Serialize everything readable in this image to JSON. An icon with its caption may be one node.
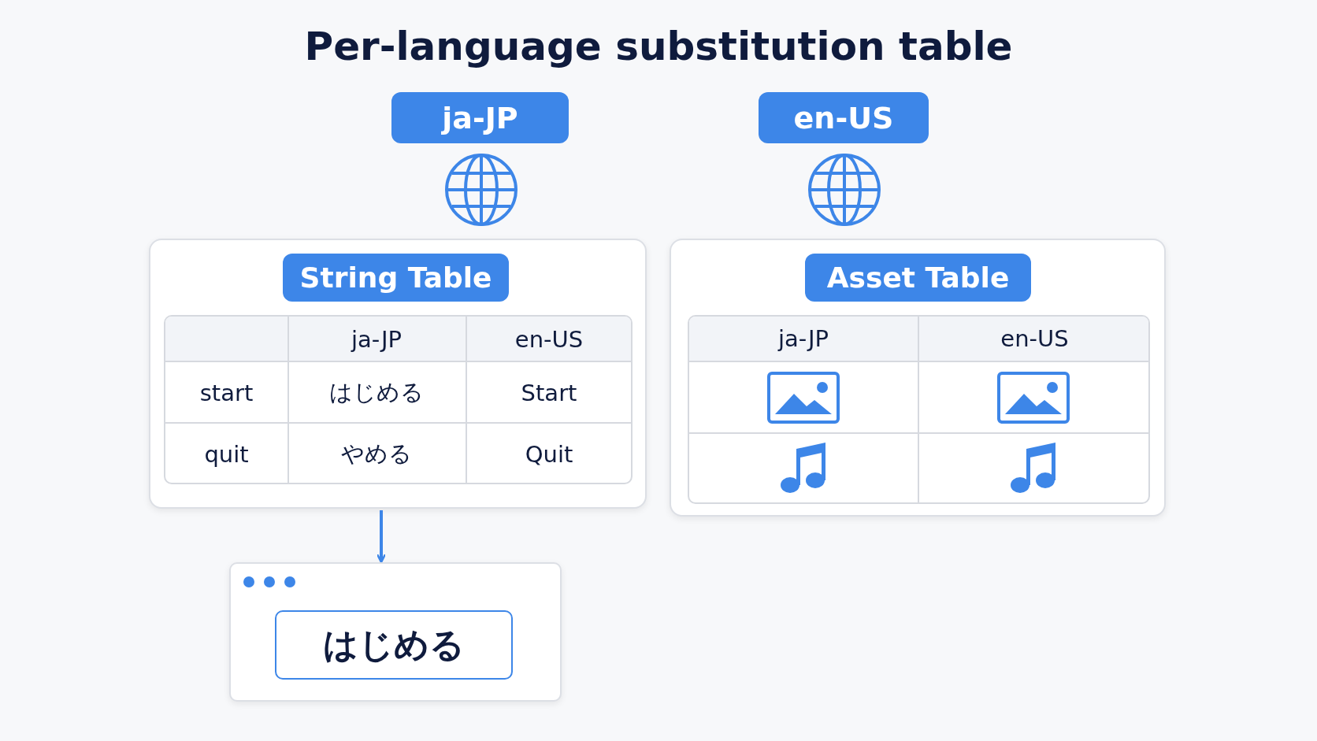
{
  "diagram": {
    "title": "Per-language substitution table",
    "nodes": [
      {
        "text": [
          "ja-JP"
        ]
      },
      {
        "text": [
          "en-US"
        ]
      },
      {
        "text": [
          "String Table"
        ]
      },
      {
        "text": [
          "Asset Table"
        ]
      },
      {
        "text": [],
        "shape": "box"
      },
      {
        "text": [
          "はじめる"
        ],
        "in": 4
      }
    ],
    "edges": [
      {
        "from": 2,
        "to": 4,
        "arrow": "to"
      }
    ],
    "labels": [
      "ja-JP",
      "en-US",
      "start",
      "はじめる",
      "Start",
      "quit",
      "やめる",
      "Quit",
      "ja-JP",
      "en-US"
    ]
  }
}
